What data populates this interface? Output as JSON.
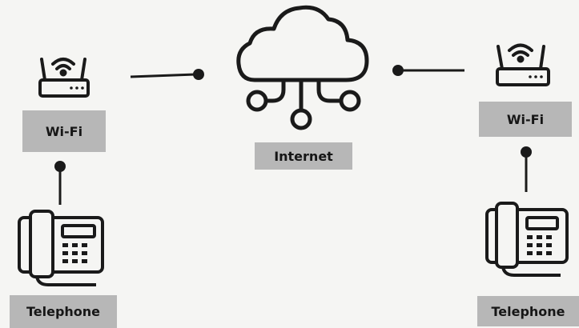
{
  "labels": {
    "wifi_left": "Wi-Fi",
    "wifi_right": "Wi-Fi",
    "internet": "Internet",
    "telephone_left": "Telephone",
    "telephone_right": "Telephone"
  },
  "icons": {
    "router": "wifi-router-icon",
    "cloud": "cloud-network-icon",
    "phone": "desk-telephone-icon"
  },
  "colors": {
    "background": "#f5f5f3",
    "ink": "#1a1a1a",
    "label_fill": "#b7b7b7"
  }
}
